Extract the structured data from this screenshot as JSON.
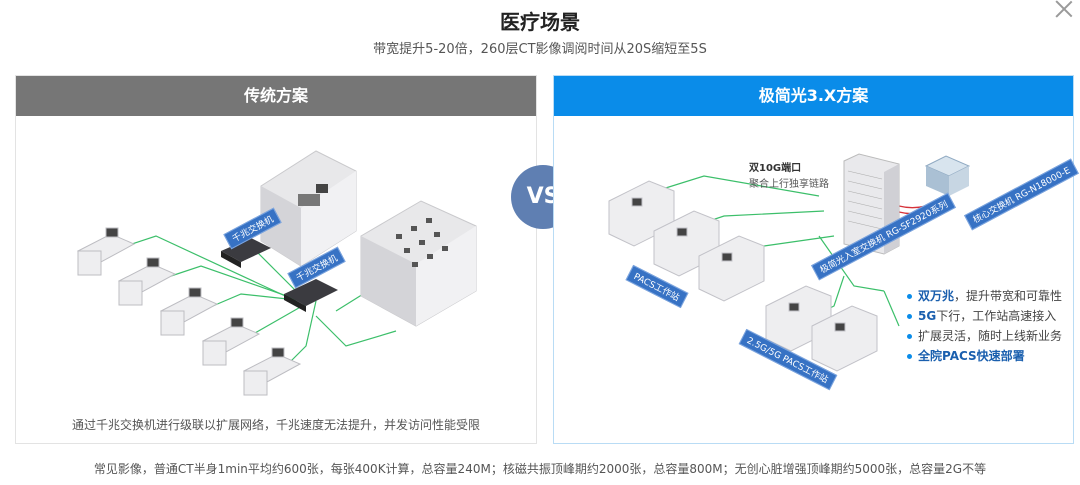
{
  "header": {
    "title": "医疗场景",
    "subtitle": "带宽提升5-20倍，260层CT影像调阅时间从20S缩短至5S"
  },
  "left_panel": {
    "title": "传统方案",
    "caption": "通过千兆交换机进行级联以扩展网络，千兆速度无法提升，并发访问性能受限",
    "switch_label_1": "千兆交换机",
    "switch_label_2": "千兆交换机"
  },
  "vs": "VS",
  "right_panel": {
    "title": "极简光3.X方案",
    "annotation_line1": "双10G端口",
    "annotation_line2": "聚合上行独享链路",
    "core_switch_label": "核心交换机 RG-N18000-E",
    "access_switch_label": "极简光入室交换机 RG-SF2920系列",
    "pacs_label_1": "PACS工作站",
    "pacs_label_2": "2.5G/5G PACS工作站",
    "features": [
      {
        "bold": "双万兆",
        "text": "，提升带宽和可靠性"
      },
      {
        "bold": "5G",
        "text": "下行，工作站高速接入"
      },
      {
        "bold": "",
        "text": "扩展灵活，随时上线新业务"
      },
      {
        "bold": "全院PACS快速部署",
        "text": ""
      }
    ]
  },
  "footer": "常见影像，普通CT半身1min平均约600张，每张400K计算，总容量240M；核磁共振顶峰期约2000张，总容量800M；无创心脏增强顶峰期约5000张，总容量2G不等",
  "colors": {
    "left_header": "#767676",
    "right_header": "#0a8ce9",
    "vs_circle": "#5f7fb2",
    "link_green": "#3cbf6a"
  }
}
